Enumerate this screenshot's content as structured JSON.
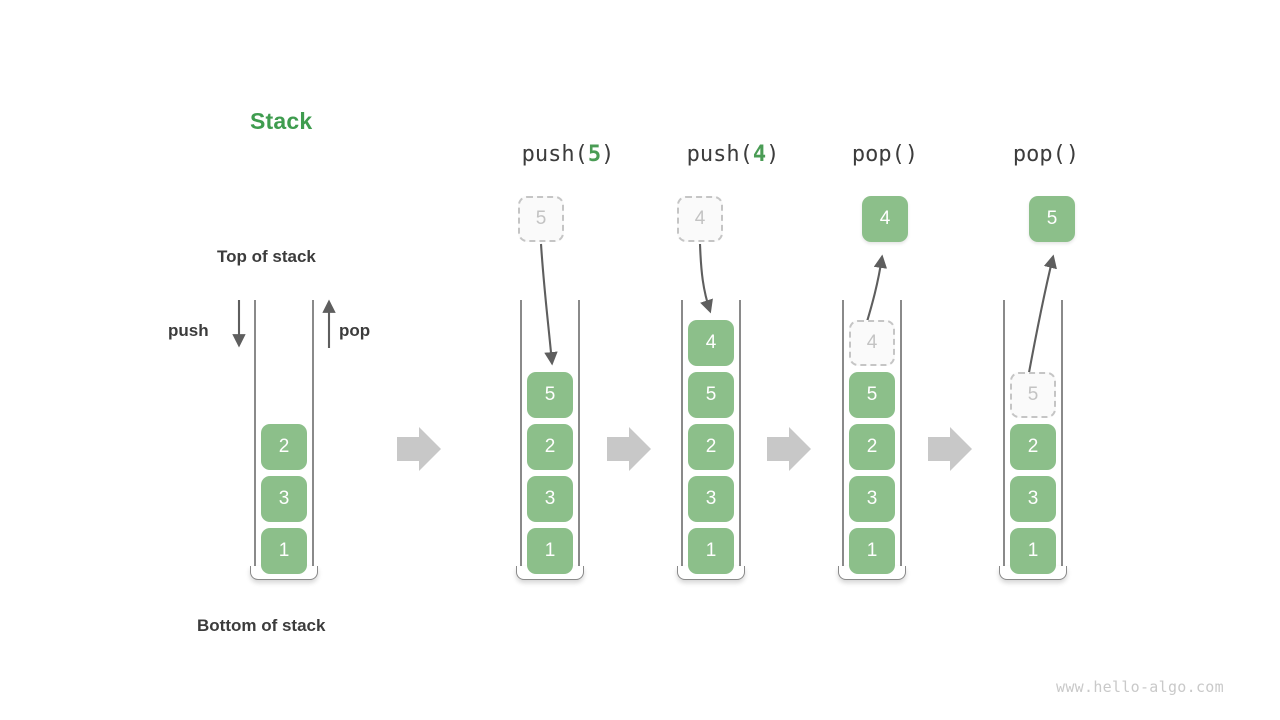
{
  "title": "Stack",
  "labels": {
    "top_of_stack": "Top of stack",
    "bottom_of_stack": "Bottom of stack",
    "push": "push",
    "pop": "pop"
  },
  "watermark": "www.hello-algo.com",
  "colors": {
    "title_green": "#3f9c4f",
    "cell_green": "#8cbf8a",
    "ghost_border": "#c5c5c5",
    "ghost_text": "#c3c3c3",
    "wall_gray": "#8a8a8a",
    "arrow_gray": "#5e5e5e",
    "block_arrow_gray": "#c8c8c8",
    "text_dark": "#3c3c3c",
    "watermark_gray": "#c9c9c9"
  },
  "columns": [
    {
      "id": "initial",
      "header": null,
      "header_num": null,
      "stack": [
        "2",
        "3",
        "1"
      ],
      "floating": null,
      "ghost_in_stack": null
    },
    {
      "id": "push-5",
      "header": "push(",
      "header_num": "5",
      "header_tail": ")",
      "stack": [
        "5",
        "2",
        "3",
        "1"
      ],
      "floating": {
        "value": "5",
        "style": "ghost"
      },
      "ghost_in_stack": null,
      "motion": "down"
    },
    {
      "id": "push-4",
      "header": "push(",
      "header_num": "4",
      "header_tail": ")",
      "stack": [
        "4",
        "5",
        "2",
        "3",
        "1"
      ],
      "floating": {
        "value": "4",
        "style": "ghost"
      },
      "ghost_in_stack": null,
      "motion": "down"
    },
    {
      "id": "pop-1",
      "header": "pop(",
      "header_num": "",
      "header_tail": ")",
      "stack": [
        "5",
        "2",
        "3",
        "1"
      ],
      "floating": {
        "value": "4",
        "style": "popped"
      },
      "ghost_in_stack": "4",
      "motion": "up"
    },
    {
      "id": "pop-2",
      "header": "pop(",
      "header_num": "",
      "header_tail": ")",
      "stack": [
        "2",
        "3",
        "1"
      ],
      "floating": {
        "value": "5",
        "style": "popped"
      },
      "ghost_in_stack": "5",
      "motion": "up"
    }
  ],
  "transitions": [
    "arrow-right",
    "arrow-right",
    "arrow-right",
    "arrow-right"
  ],
  "cells": {
    "c1_2": "2",
    "c1_3": "3",
    "c1_1": "1",
    "c2_5": "5",
    "c2_2": "2",
    "c2_3": "3",
    "c2_1": "1",
    "c3_4": "4",
    "c3_5": "5",
    "c3_2": "2",
    "c3_3": "3",
    "c3_1": "1",
    "c4_g4": "4",
    "c4_5": "5",
    "c4_2": "2",
    "c4_3": "3",
    "c4_1": "1",
    "c5_g5": "5",
    "c5_2": "2",
    "c5_3": "3",
    "c5_1": "1",
    "f2": "5",
    "f3": "4",
    "f4": "4",
    "f5": "5"
  },
  "headers": {
    "h2_pre": "push(",
    "h2_num": "5",
    "h2_post": ")",
    "h3_pre": "push(",
    "h3_num": "4",
    "h3_post": ")",
    "h4_pre": "pop()",
    "h4_num": "",
    "h4_post": "",
    "h5_pre": "pop()",
    "h5_num": "",
    "h5_post": ""
  }
}
